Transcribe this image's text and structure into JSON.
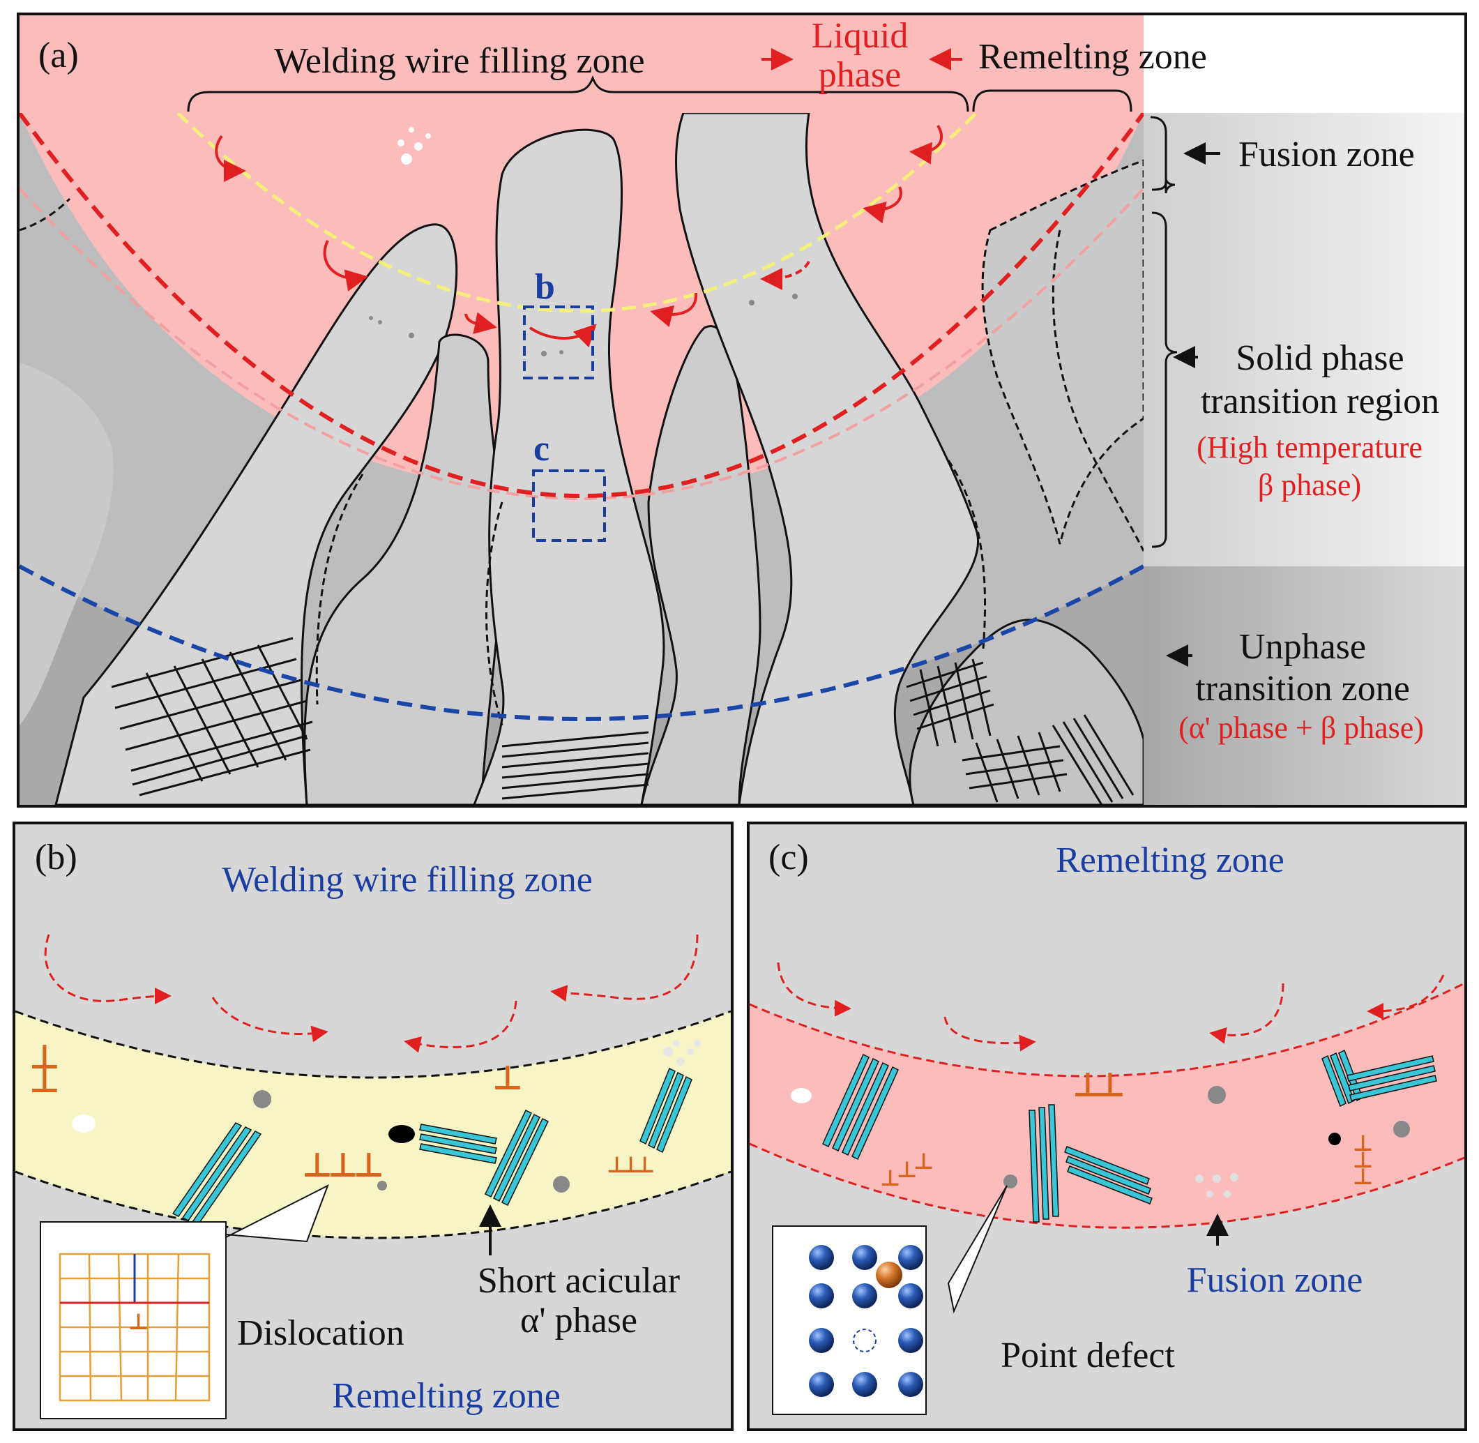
{
  "panel_a": {
    "tag": "(a)",
    "welding_wire_filling_zone": "Welding wire filling zone",
    "liquid_phase_line1": "Liquid",
    "liquid_phase_line2": "phase",
    "remelting_zone": "Remelting zone",
    "fusion_zone": "Fusion zone",
    "solid_phase_line1": "Solid phase",
    "solid_phase_line2": "transition region",
    "solid_phase_note1": "(High temperature",
    "solid_phase_note2": "β phase)",
    "unphase_line1": "Unphase",
    "unphase_line2": "transition zone",
    "unphase_note": "(α' phase + β phase)",
    "marker_b": "b",
    "marker_c": "c"
  },
  "panel_b": {
    "tag": "(b)",
    "top_label": "Welding wire filling zone",
    "bottom_label": "Remelting zone",
    "dislocation_label": "Dislocation",
    "acicular_line1": "Short acicular",
    "acicular_line2": "α' phase"
  },
  "panel_c": {
    "tag": "(c)",
    "top_label": "Remelting zone",
    "fusion_zone_label": "Fusion zone",
    "point_defect_label": "Point defect"
  },
  "symbols": {
    "dislocation": "⊥"
  },
  "colors": {
    "liquid_pink": "#fbbcbc",
    "grain_gray": "#d6d6d6",
    "matrix_gray": "#b9b9b9",
    "deep_gray": "#a6a6a6",
    "fusion_line_red": "#e02020",
    "isotherm_yellow": "#f5f07a",
    "boundary_blue": "#1a46a8",
    "alpha_needle_cyan": "#39c6d6",
    "dislocation_orange": "#d9641e",
    "fusion_band_yellow": "#f7f5c6",
    "atom_blue": "#1d3f8c",
    "atom_orange": "#c9641e"
  }
}
